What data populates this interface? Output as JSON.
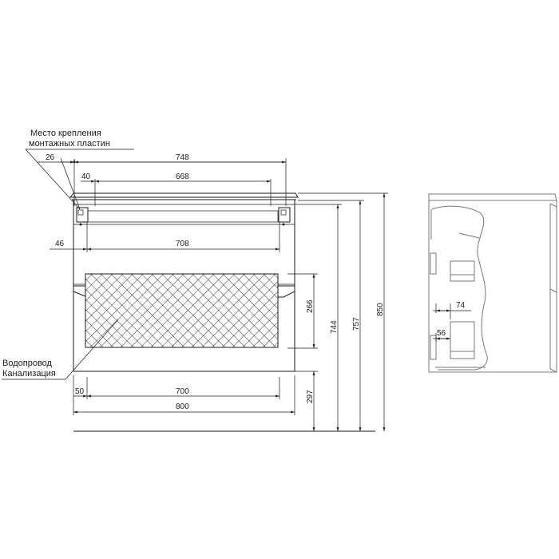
{
  "annotations": {
    "mounting_line1": "Место крепления",
    "mounting_line2": "монтажных пластин",
    "pipes_line1": "Водопровод",
    "pipes_line2": "Канализация"
  },
  "front_view": {
    "dims": {
      "d26": "26",
      "d748": "748",
      "d40": "40",
      "d668": "668",
      "d46": "46",
      "d708": "708",
      "d50": "50",
      "d700": "700",
      "d800": "800"
    },
    "vertical_dims": {
      "d266": "266",
      "d297": "297",
      "d744": "744",
      "d757": "757",
      "d850": "850"
    }
  },
  "side_view": {
    "dims": {
      "d74": "74",
      "d56": "56"
    }
  }
}
